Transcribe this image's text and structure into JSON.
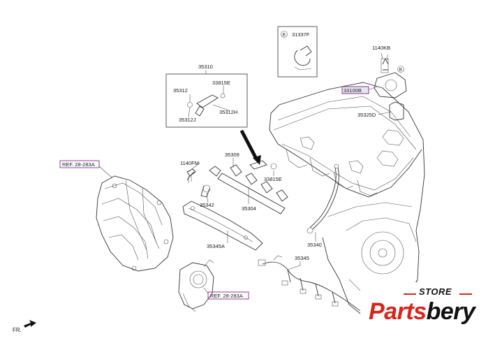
{
  "labels": {
    "bolt_top": "1140KB",
    "clip_b": "31337F",
    "pump": "33100B",
    "tappet": "35325D",
    "injector_group": "35310",
    "seal_1": "35312",
    "oring": "33815E",
    "injector_h": "35312H",
    "injector_j": "35312J",
    "inj_rail": "35309",
    "bolt_rail": "1140FM",
    "oring_rail": "33815E",
    "sensor": "35342",
    "rail": "35304",
    "rail_cover": "35345A",
    "pipe": "35340",
    "harness": "35345",
    "ref_left": "REF. 28-283A",
    "ref_bottom": "REF. 28-283A",
    "callout_b_small": "B",
    "callout_b_clip": "B",
    "front_label": "FR."
  },
  "logo": {
    "store": "STORE",
    "brand_part1": "Parts",
    "brand_part2": "bery"
  },
  "colors": {
    "line": "#333333",
    "ref_border": "#8a2a8a",
    "highlight_border": "#7a1f7a",
    "logo_red": "#d9241b",
    "logo_dark": "#111111"
  }
}
